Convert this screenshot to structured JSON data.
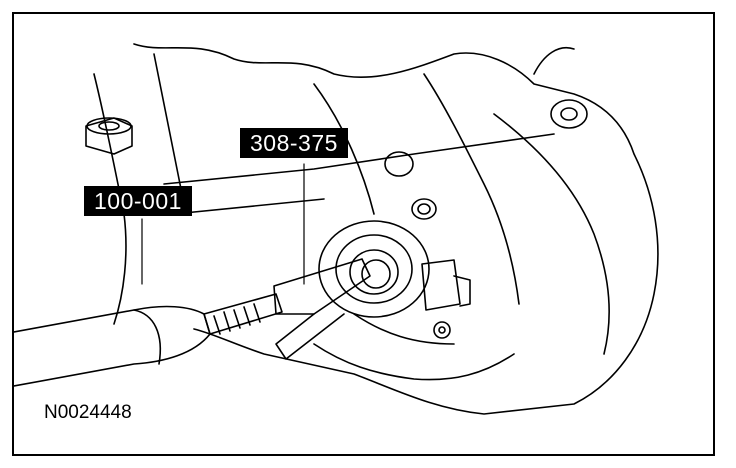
{
  "callouts": {
    "tool_a": "308-375",
    "tool_b": "100-001"
  },
  "figure_id": "N0024448",
  "colors": {
    "ink": "#000000",
    "paper": "#ffffff",
    "label_bg": "#000000",
    "label_text": "#ffffff"
  }
}
